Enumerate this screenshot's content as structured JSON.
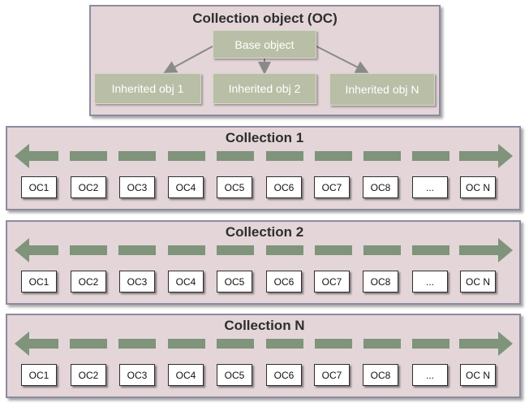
{
  "top": {
    "title": "Collection object  (OC)",
    "base": "Base object",
    "inherited": [
      "Inherited obj 1",
      "Inherited obj 2",
      "Inherited obj N"
    ]
  },
  "collections": [
    {
      "title": "Collection 1",
      "items": [
        "OC1",
        "OC2",
        "OC3",
        "OC4",
        "OC5",
        "OC6",
        "OC7",
        "OC8",
        "...",
        "OC N"
      ]
    },
    {
      "title": "Collection 2",
      "items": [
        "OC1",
        "OC2",
        "OC3",
        "OC4",
        "OC5",
        "OC6",
        "OC7",
        "OC8",
        "...",
        "OC N"
      ]
    },
    {
      "title": "Collection N",
      "items": [
        "OC1",
        "OC2",
        "OC3",
        "OC4",
        "OC5",
        "OC6",
        "OC7",
        "OC8",
        "...",
        "OC N"
      ]
    }
  ],
  "colors": {
    "panel_fill": "#e3d5d8",
    "panel_border": "#8d8a9f",
    "node_fill": "#b8bfa6",
    "arrow_fill": "#7f947a"
  }
}
